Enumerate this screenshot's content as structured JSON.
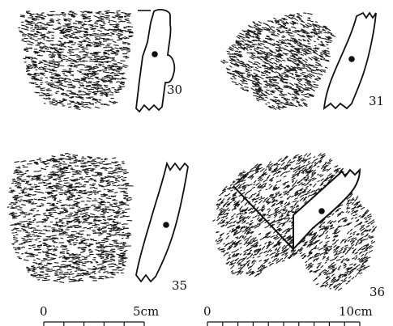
{
  "figures": [
    {
      "label": "30"
    },
    {
      "label": "31"
    },
    {
      "label": "35"
    },
    {
      "label": "36"
    }
  ],
  "scales": [
    {
      "start": "0",
      "end": "5cm",
      "divisions": 5
    },
    {
      "start": "0",
      "end": "10cm",
      "divisions": 10
    }
  ]
}
